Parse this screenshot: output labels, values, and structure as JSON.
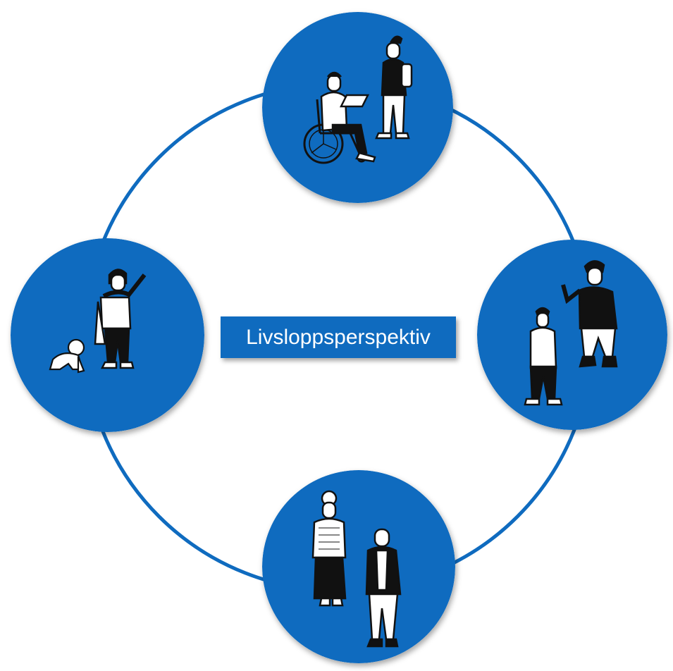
{
  "center_label": "Livsloppsperspektiv",
  "colors": {
    "accent": "#0f6bbf",
    "ring": "#0f6bbf",
    "figure_fill": "#ffffff",
    "figure_dark": "#111111"
  },
  "nodes": [
    {
      "id": "youth",
      "icon": "wheelchair-user-and-student-icon"
    },
    {
      "id": "parents",
      "icon": "child-and-woman-icon"
    },
    {
      "id": "elderly",
      "icon": "elderly-couple-icon"
    },
    {
      "id": "early-childhood",
      "icon": "baby-and-child-icon"
    }
  ]
}
